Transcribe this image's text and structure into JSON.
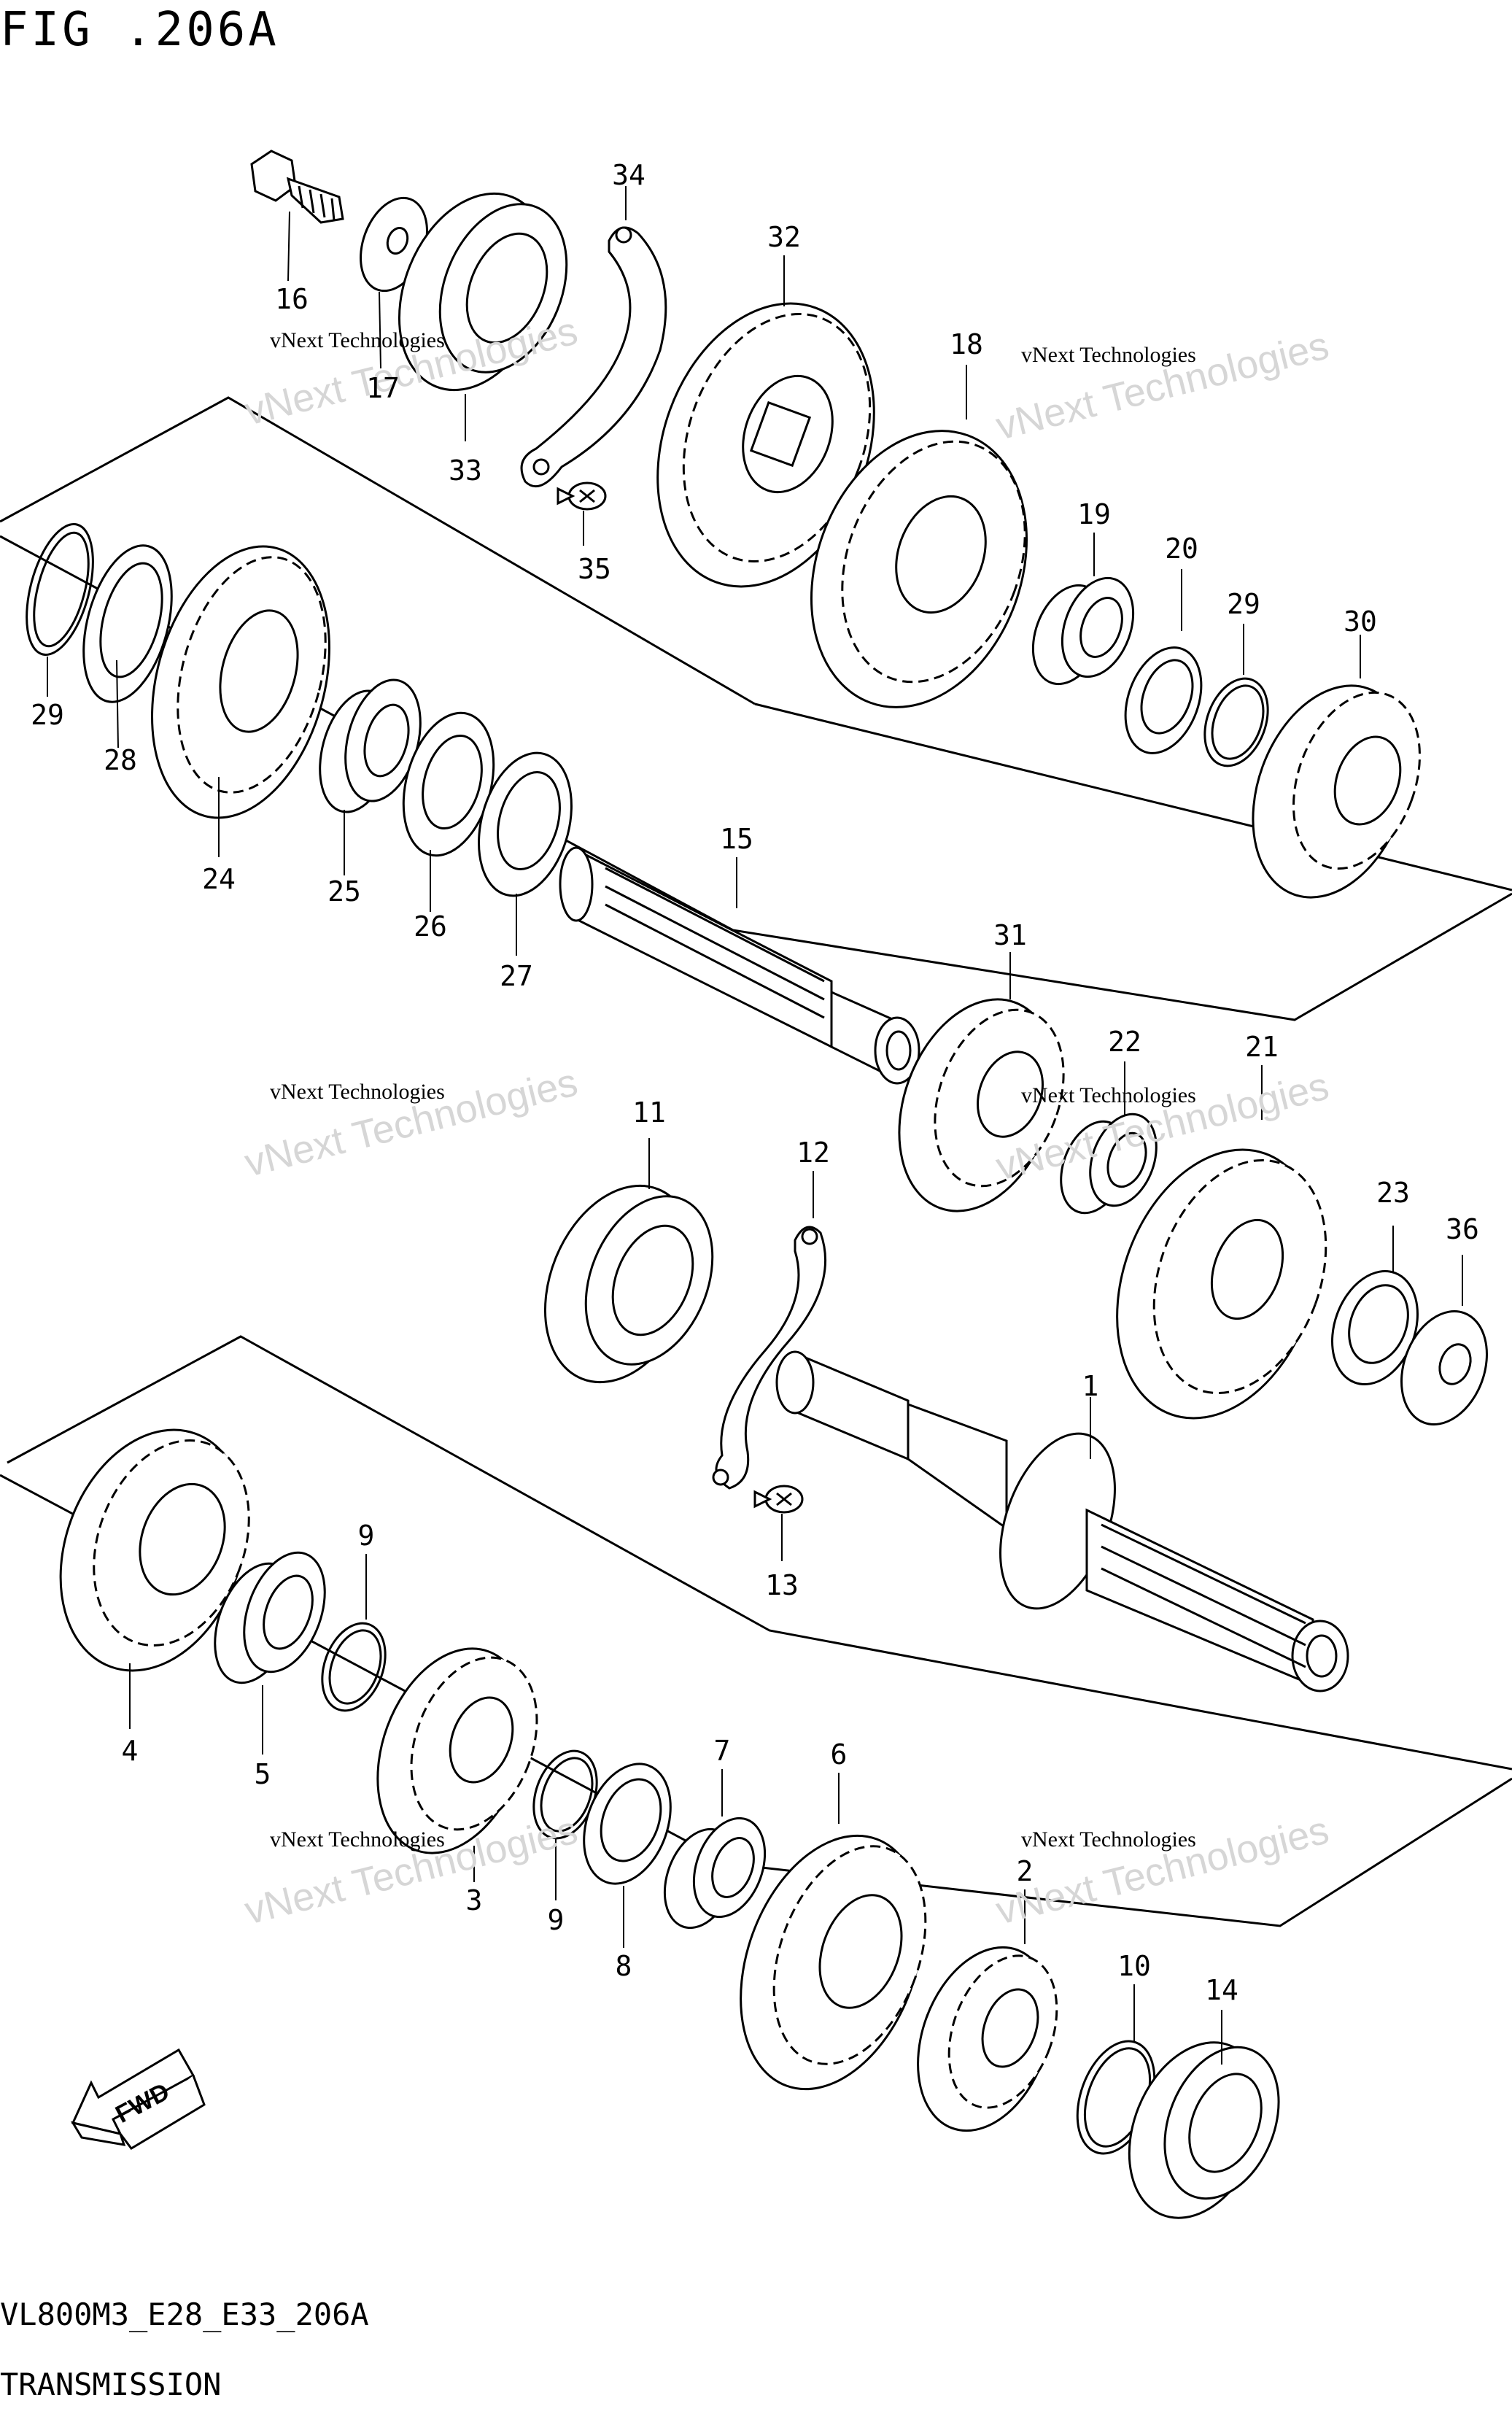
{
  "header": {
    "title": "FIG .206A"
  },
  "footer": {
    "code": "VL800M3_E28_E33_206A",
    "subtitle": "TRANSMISSION"
  },
  "watermark": {
    "line1": "vNext Technologies",
    "line2": "vNext Technologies"
  },
  "direction_arrow": {
    "label": "FWD"
  },
  "parts": [
    {
      "no": "1"
    },
    {
      "no": "2"
    },
    {
      "no": "3"
    },
    {
      "no": "4"
    },
    {
      "no": "5"
    },
    {
      "no": "6"
    },
    {
      "no": "7"
    },
    {
      "no": "8"
    },
    {
      "no": "9"
    },
    {
      "no": "9"
    },
    {
      "no": "10"
    },
    {
      "no": "11"
    },
    {
      "no": "12"
    },
    {
      "no": "13"
    },
    {
      "no": "14"
    },
    {
      "no": "15"
    },
    {
      "no": "16"
    },
    {
      "no": "17"
    },
    {
      "no": "18"
    },
    {
      "no": "19"
    },
    {
      "no": "20"
    },
    {
      "no": "21"
    },
    {
      "no": "22"
    },
    {
      "no": "23"
    },
    {
      "no": "24"
    },
    {
      "no": "25"
    },
    {
      "no": "26"
    },
    {
      "no": "27"
    },
    {
      "no": "28"
    },
    {
      "no": "29"
    },
    {
      "no": "29"
    },
    {
      "no": "30"
    },
    {
      "no": "31"
    },
    {
      "no": "32"
    },
    {
      "no": "33"
    },
    {
      "no": "34"
    },
    {
      "no": "35"
    },
    {
      "no": "36"
    }
  ],
  "colors": {
    "line": "#000000",
    "watermark": "#d6d6d6",
    "background": "#ffffff"
  }
}
